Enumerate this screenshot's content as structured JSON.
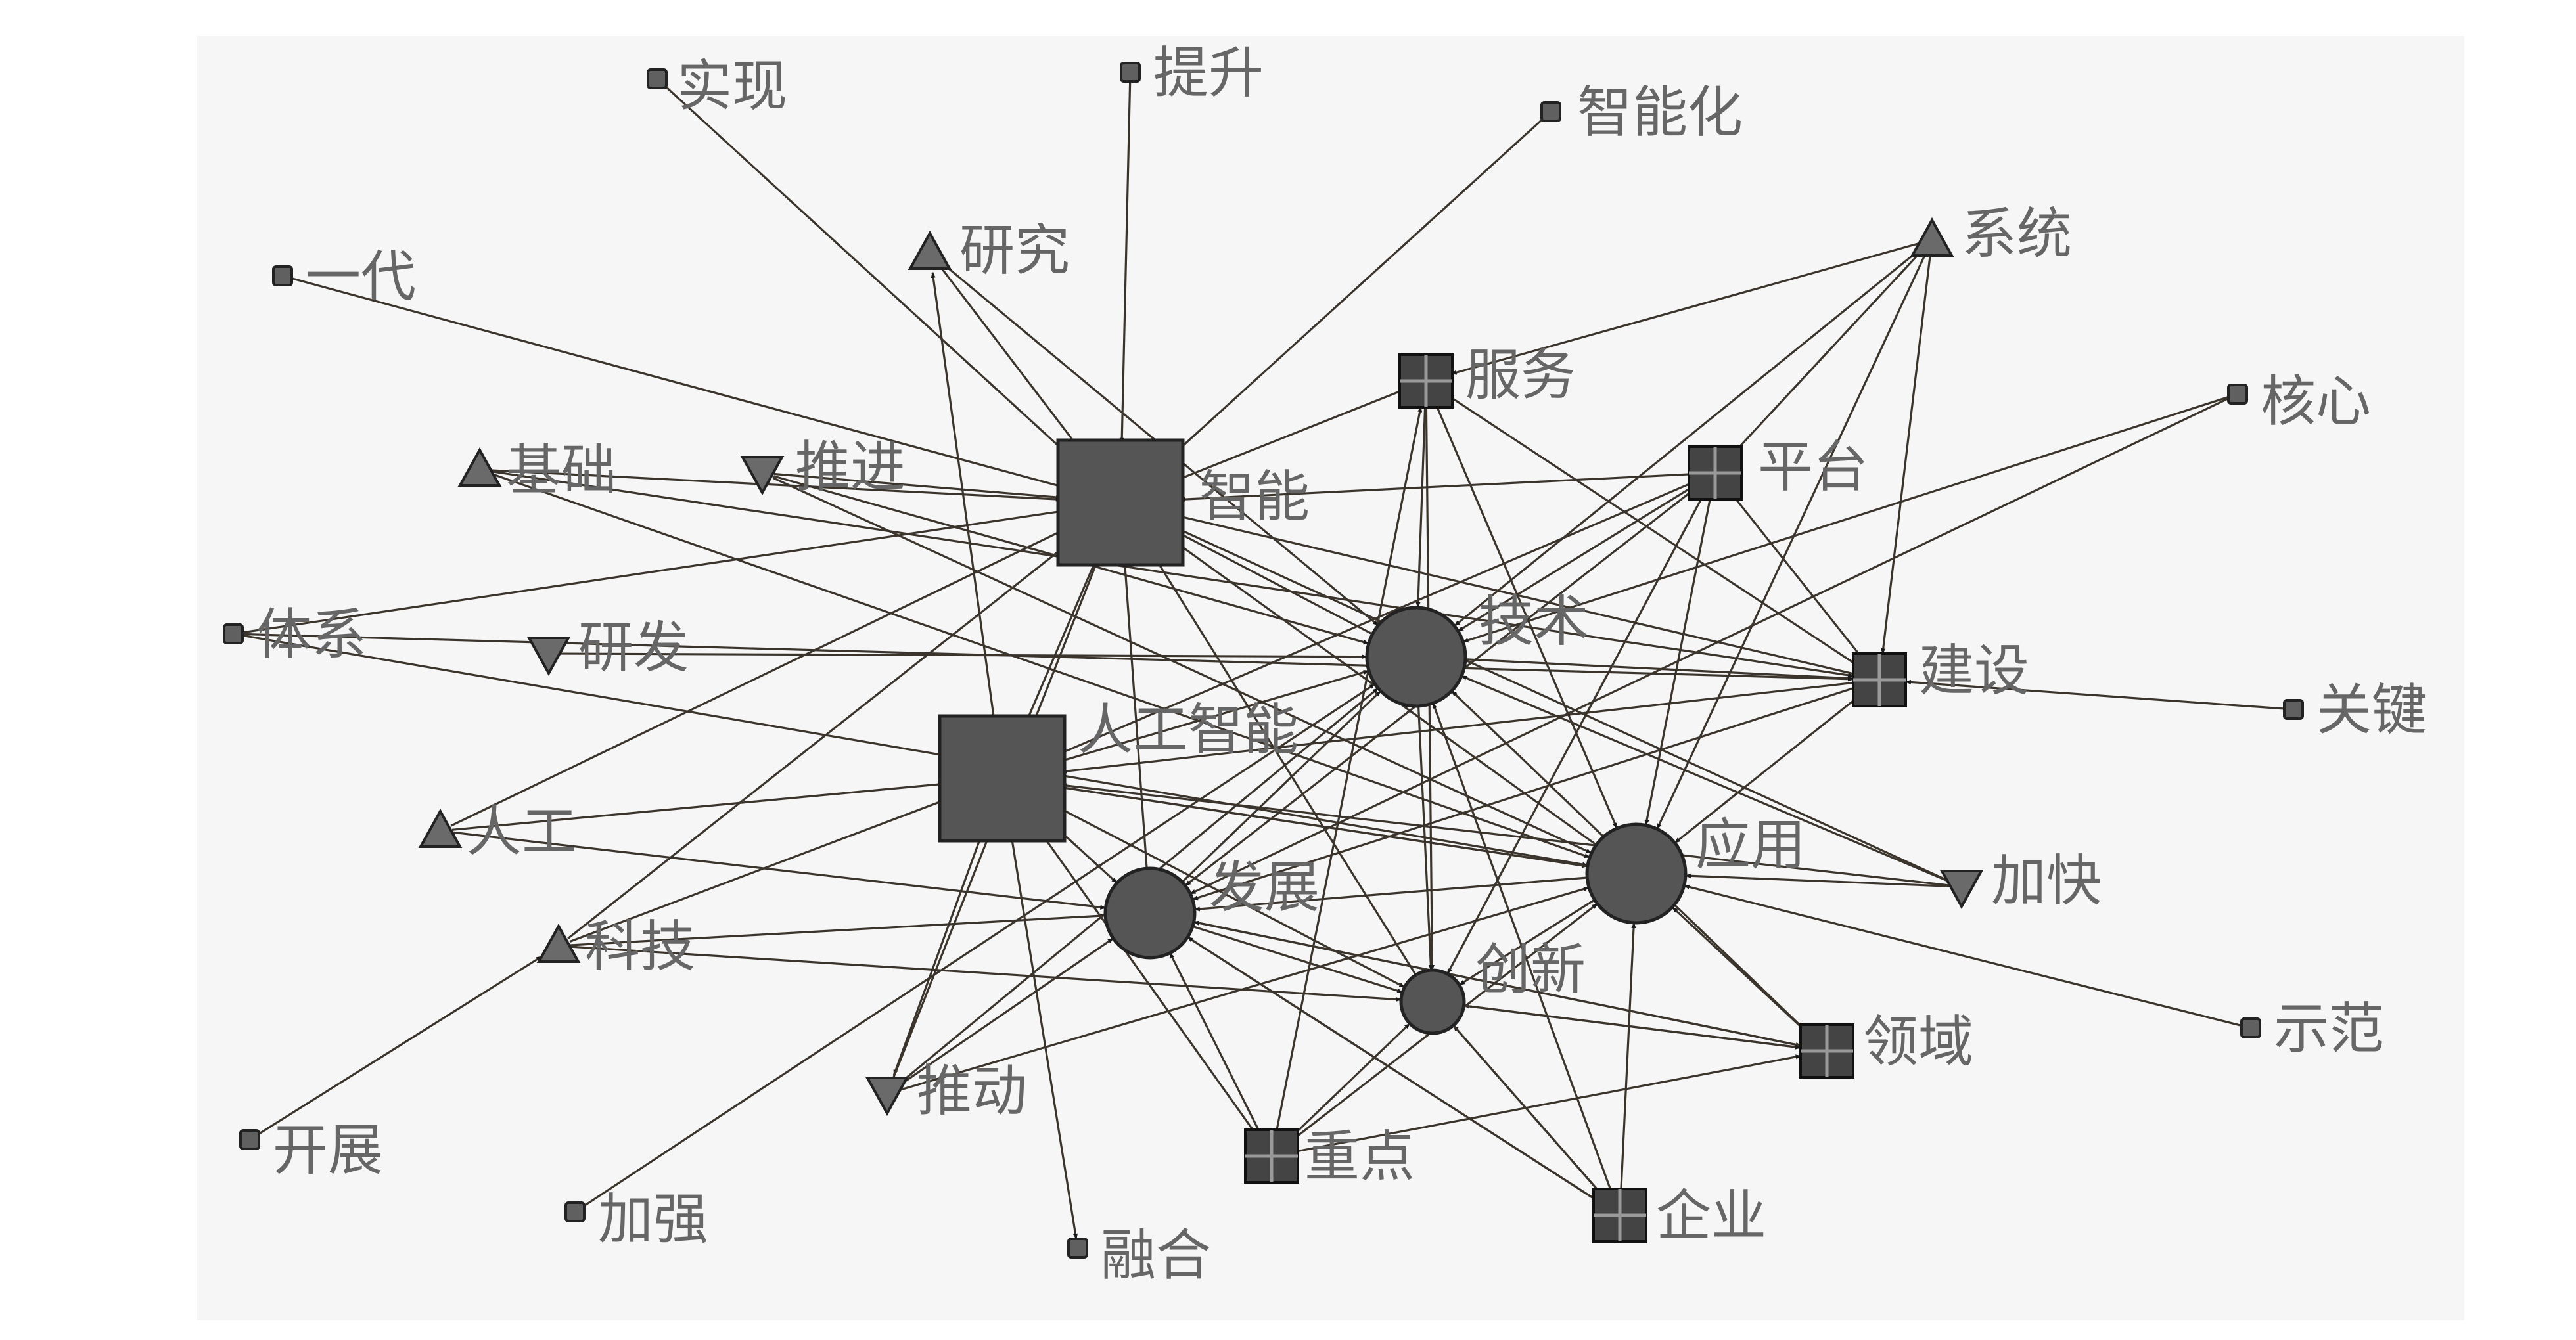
{
  "diagram": {
    "nodes": [
      {
        "id": "zhineng",
        "label": "智能",
        "shape": "big-square"
      },
      {
        "id": "rgzn",
        "label": "人工智能",
        "shape": "big-square"
      },
      {
        "id": "jishu",
        "label": "技术",
        "shape": "circle"
      },
      {
        "id": "yingyong",
        "label": "应用",
        "shape": "circle"
      },
      {
        "id": "fazhan",
        "label": "发展",
        "shape": "circle"
      },
      {
        "id": "chuangxin",
        "label": "创新",
        "shape": "circle"
      },
      {
        "id": "fuwu",
        "label": "服务",
        "shape": "grid-square"
      },
      {
        "id": "pingtai",
        "label": "平台",
        "shape": "grid-square"
      },
      {
        "id": "jianshe",
        "label": "建设",
        "shape": "grid-square"
      },
      {
        "id": "lingyu",
        "label": "领域",
        "shape": "grid-square"
      },
      {
        "id": "zhongdian",
        "label": "重点",
        "shape": "grid-square"
      },
      {
        "id": "qiye",
        "label": "企业",
        "shape": "grid-square"
      },
      {
        "id": "yanjiu",
        "label": "研究",
        "shape": "triangle-up"
      },
      {
        "id": "jichu",
        "label": "基础",
        "shape": "triangle-up"
      },
      {
        "id": "rengong",
        "label": "人工",
        "shape": "triangle-up"
      },
      {
        "id": "keji",
        "label": "科技",
        "shape": "triangle-up"
      },
      {
        "id": "xitong",
        "label": "系统",
        "shape": "triangle-up"
      },
      {
        "id": "tuijin",
        "label": "推进",
        "shape": "triangle-down"
      },
      {
        "id": "yanfa",
        "label": "研发",
        "shape": "triangle-down"
      },
      {
        "id": "tuidong",
        "label": "推动",
        "shape": "triangle-down"
      },
      {
        "id": "jiakuai",
        "label": "加快",
        "shape": "triangle-down"
      },
      {
        "id": "shixian",
        "label": "实现",
        "shape": "small-square"
      },
      {
        "id": "tisheng",
        "label": "提升",
        "shape": "small-square"
      },
      {
        "id": "zhinenghua",
        "label": "智能化",
        "shape": "small-square"
      },
      {
        "id": "yidai",
        "label": "一代",
        "shape": "small-square"
      },
      {
        "id": "hexin",
        "label": "核心",
        "shape": "small-square"
      },
      {
        "id": "tixi",
        "label": "体系",
        "shape": "small-square"
      },
      {
        "id": "guanjian",
        "label": "关键",
        "shape": "small-square"
      },
      {
        "id": "shifan",
        "label": "示范",
        "shape": "small-square"
      },
      {
        "id": "kaizhan",
        "label": "开展",
        "shape": "small-square"
      },
      {
        "id": "jiaqiang",
        "label": "加强",
        "shape": "small-square"
      },
      {
        "id": "ronghe",
        "label": "融合",
        "shape": "small-square"
      }
    ],
    "edges": [
      [
        "shixian",
        "zhineng"
      ],
      [
        "tisheng",
        "zhineng"
      ],
      [
        "zhinenghua",
        "zhineng"
      ],
      [
        "yidai",
        "zhineng"
      ],
      [
        "jichu",
        "zhineng"
      ],
      [
        "tuijin",
        "zhineng"
      ],
      [
        "yanjiu",
        "zhineng"
      ],
      [
        "yanjiu",
        "jishu"
      ],
      [
        "tixi",
        "zhineng"
      ],
      [
        "yanfa",
        "jishu"
      ],
      [
        "rgzn",
        "zhineng"
      ],
      [
        "rgzn",
        "jishu"
      ],
      [
        "rgzn",
        "yanjiu"
      ],
      [
        "rgzn",
        "tuidong"
      ],
      [
        "rgzn",
        "ronghe"
      ],
      [
        "rgzn",
        "fazhan"
      ],
      [
        "rgzn",
        "chuangxin"
      ],
      [
        "rgzn",
        "yingyong"
      ],
      [
        "rengong",
        "zhineng"
      ],
      [
        "rengong",
        "fazhan"
      ],
      [
        "rengong",
        "rgzn"
      ],
      [
        "keji",
        "fazhan"
      ],
      [
        "keji",
        "chuangxin"
      ],
      [
        "keji",
        "zhineng"
      ],
      [
        "keji",
        "rgzn"
      ],
      [
        "kaizhan",
        "keji"
      ],
      [
        "jiaqiang",
        "jishu"
      ],
      [
        "tuijin",
        "yingyong"
      ],
      [
        "tuijin",
        "jishu"
      ],
      [
        "jichu",
        "jianshe"
      ],
      [
        "jichu",
        "yingyong"
      ],
      [
        "tixi",
        "yingyong"
      ],
      [
        "tixi",
        "jianshe"
      ],
      [
        "fazhan",
        "zhineng"
      ],
      [
        "fazhan",
        "jishu"
      ],
      [
        "fazhan",
        "chuangxin"
      ],
      [
        "fazhan",
        "qiye"
      ],
      [
        "fazhan",
        "lingyu"
      ],
      [
        "yingyong",
        "zhineng"
      ],
      [
        "yingyong",
        "rgzn"
      ],
      [
        "yingyong",
        "chuangxin"
      ],
      [
        "yingyong",
        "fazhan"
      ],
      [
        "jishu",
        "zhineng"
      ],
      [
        "jishu",
        "chuangxin"
      ],
      [
        "jishu",
        "jianshe"
      ],
      [
        "fuwu",
        "zhineng"
      ],
      [
        "fuwu",
        "jishu"
      ],
      [
        "fuwu",
        "jianshe"
      ],
      [
        "fuwu",
        "yingyong"
      ],
      [
        "fuwu",
        "chuangxin"
      ],
      [
        "pingtai",
        "zhineng"
      ],
      [
        "pingtai",
        "jishu"
      ],
      [
        "pingtai",
        "yingyong"
      ],
      [
        "pingtai",
        "jianshe"
      ],
      [
        "pingtai",
        "fazhan"
      ],
      [
        "pingtai",
        "chuangxin"
      ],
      [
        "pingtai",
        "rgzn"
      ],
      [
        "xitong",
        "fuwu"
      ],
      [
        "xitong",
        "pingtai"
      ],
      [
        "xitong",
        "jianshe"
      ],
      [
        "xitong",
        "jishu"
      ],
      [
        "xitong",
        "yingyong"
      ],
      [
        "hexin",
        "jishu"
      ],
      [
        "hexin",
        "fazhan"
      ],
      [
        "jianshe",
        "zhineng"
      ],
      [
        "jianshe",
        "rgzn"
      ],
      [
        "jianshe",
        "fazhan"
      ],
      [
        "jianshe",
        "yingyong"
      ],
      [
        "guanjian",
        "jianshe"
      ],
      [
        "jiakuai",
        "yingyong"
      ],
      [
        "jiakuai",
        "jishu"
      ],
      [
        "jiakuai",
        "zhineng"
      ],
      [
        "jiakuai",
        "rgzn"
      ],
      [
        "shifan",
        "yingyong"
      ],
      [
        "lingyu",
        "jishu"
      ],
      [
        "lingyu",
        "yingyong"
      ],
      [
        "lingyu",
        "chuangxin"
      ],
      [
        "lingyu",
        "fazhan"
      ],
      [
        "zhongdian",
        "fazhan"
      ],
      [
        "zhongdian",
        "fuwu"
      ],
      [
        "zhongdian",
        "chuangxin"
      ],
      [
        "zhongdian",
        "lingyu"
      ],
      [
        "zhongdian",
        "yingyong"
      ],
      [
        "zhongdian",
        "rgzn"
      ],
      [
        "qiye",
        "yingyong"
      ],
      [
        "qiye",
        "jishu"
      ],
      [
        "qiye",
        "fazhan"
      ],
      [
        "qiye",
        "chuangxin"
      ],
      [
        "chuangxin",
        "zhineng"
      ],
      [
        "chuangxin",
        "qiye"
      ],
      [
        "chuangxin",
        "lingyu"
      ],
      [
        "tuidong",
        "zhineng"
      ],
      [
        "tuidong",
        "jishu"
      ],
      [
        "tuidong",
        "yingyong"
      ],
      [
        "tuidong",
        "fazhan"
      ]
    ]
  }
}
